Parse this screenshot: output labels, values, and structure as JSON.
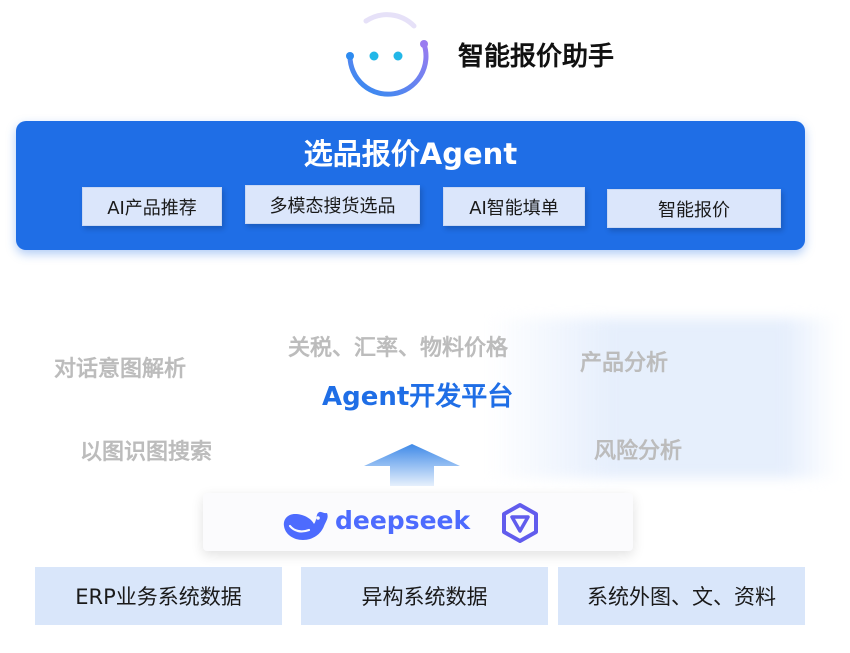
{
  "header": {
    "title": "智能报价助手"
  },
  "agent": {
    "title": "选品报价Agent",
    "features": [
      "AI产品推荐",
      "多模态搜货选品",
      "AI智能填单",
      "智能报价"
    ]
  },
  "platform": {
    "title": "Agent开发平台",
    "capabilities": {
      "dialog": "对话意图解析",
      "tariffs": "关税、汇率、物料价格",
      "product_analysis": "产品分析",
      "image_search": "以图识图搜索",
      "risk_analysis": "风险分析"
    }
  },
  "models": {
    "deepseek": "deepseek",
    "icons": [
      "deepseek-whale-icon",
      "qwen-icon"
    ]
  },
  "data_sources": [
    "ERP业务系统数据",
    "异构系统数据",
    "系统外图、文、资料"
  ],
  "colors": {
    "primary": "#1f6ee6",
    "deepseek": "#4d6bfe",
    "qwen": "#615ced",
    "muted_text": "#bcbcbc",
    "light_box": "#d9e6fa"
  }
}
